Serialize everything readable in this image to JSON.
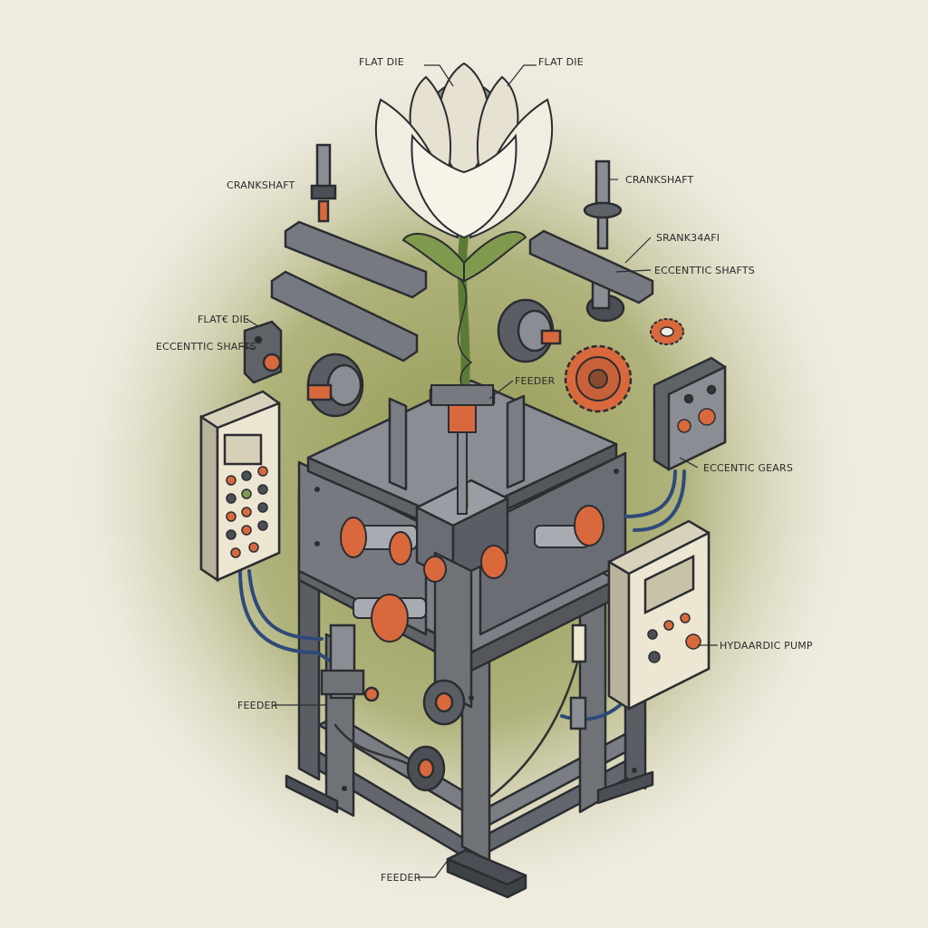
{
  "labels": {
    "flat_die_top_left": "FLAT DIE",
    "flat_die_top_right": "FLAT DIE",
    "crankshaft_left": "CRANKSHAFT",
    "crankshaft_right": "CRANKSHAFT",
    "sran_label": "SRANK34AFI",
    "eccentric_shafts_right": "ECCENTTIC SHAFTS",
    "flat_die_left": "FLAT€ DIE",
    "eccentric_shafts_left": "ECCENTTIC SHAFTS",
    "feeder_center": "FEEDER",
    "eccentric_gears": "ECCENTIC GEARS",
    "hydraulic_pump": "HYDAARDIC PUMP",
    "feeder_left": "FEEDER",
    "feeder_bottom": "FEEDER"
  },
  "colors": {
    "background": "#efebdf",
    "halo": "#8c9247",
    "metal": "#6f7378",
    "metal_dark": "#4b4f55",
    "accent_orange": "#d9693d",
    "cable_blue": "#2f4a7a",
    "petal": "#f1ede0",
    "leaf": "#7f9a4c",
    "panel": "#ece6d2"
  },
  "icons": {
    "gear": "gear-icon",
    "bolt": "bolt-icon",
    "flower": "flower-icon"
  }
}
